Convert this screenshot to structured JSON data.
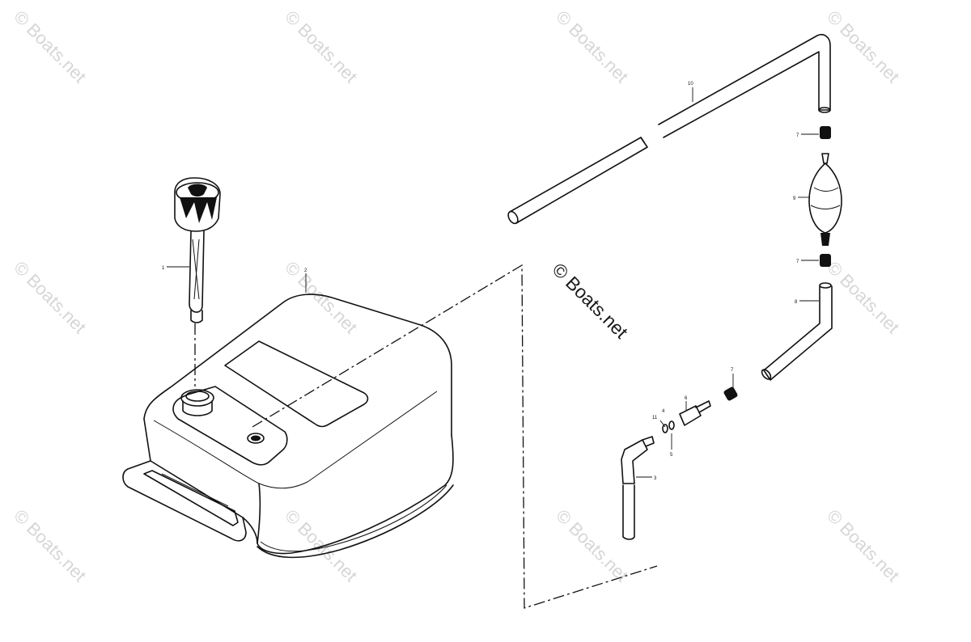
{
  "watermark": {
    "text": "© Boats.net"
  },
  "callouts": {
    "c1": "1",
    "c2": "2",
    "c3": "3",
    "c4": "4",
    "c5": "5",
    "c6": "6",
    "c7a": "7",
    "c7b": "7",
    "c7c": "7",
    "c8": "8",
    "c9": "9",
    "c10": "10",
    "c11": "11"
  },
  "colors": {
    "ink": "#111111",
    "watermark": "#d6d6d6",
    "background": "#ffffff"
  }
}
